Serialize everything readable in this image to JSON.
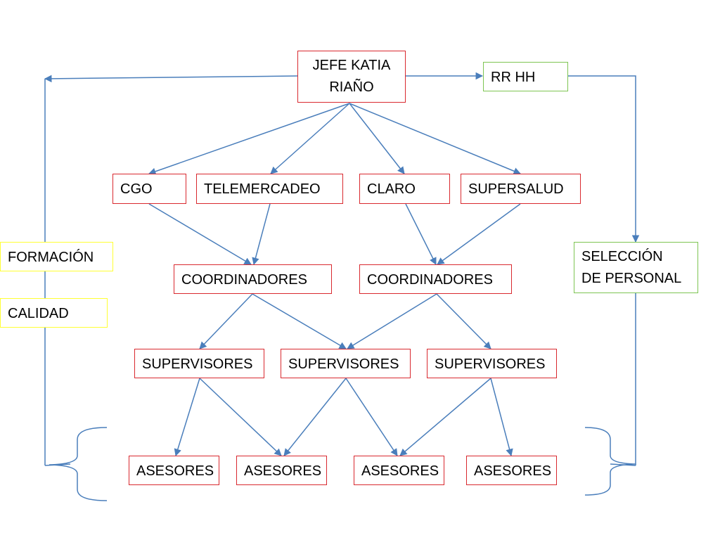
{
  "jefe": [
    "JEFE KATIA",
    "RIAÑO"
  ],
  "rrhh": "RR HH",
  "seleccion": [
    "SELECCIÓN",
    "DE PERSONAL"
  ],
  "formacion": "FORMACIÓN",
  "calidad": "CALIDAD",
  "areas": [
    "CGO",
    "TELEMERCADEO",
    "CLARO",
    "SUPERSALUD"
  ],
  "coordinadores": [
    "COORDINADORES",
    "COORDINADORES"
  ],
  "supervisores": [
    "SUPERVISORES",
    "SUPERVISORES",
    "SUPERVISORES"
  ],
  "asesores": [
    "ASESORES",
    "ASESORES",
    "ASESORES",
    "ASESORES"
  ],
  "colors": {
    "node_border": "#d9292f",
    "hr_border": "#7dc552",
    "quality_border": "#ffff33",
    "connector": "#4a7ebb"
  }
}
